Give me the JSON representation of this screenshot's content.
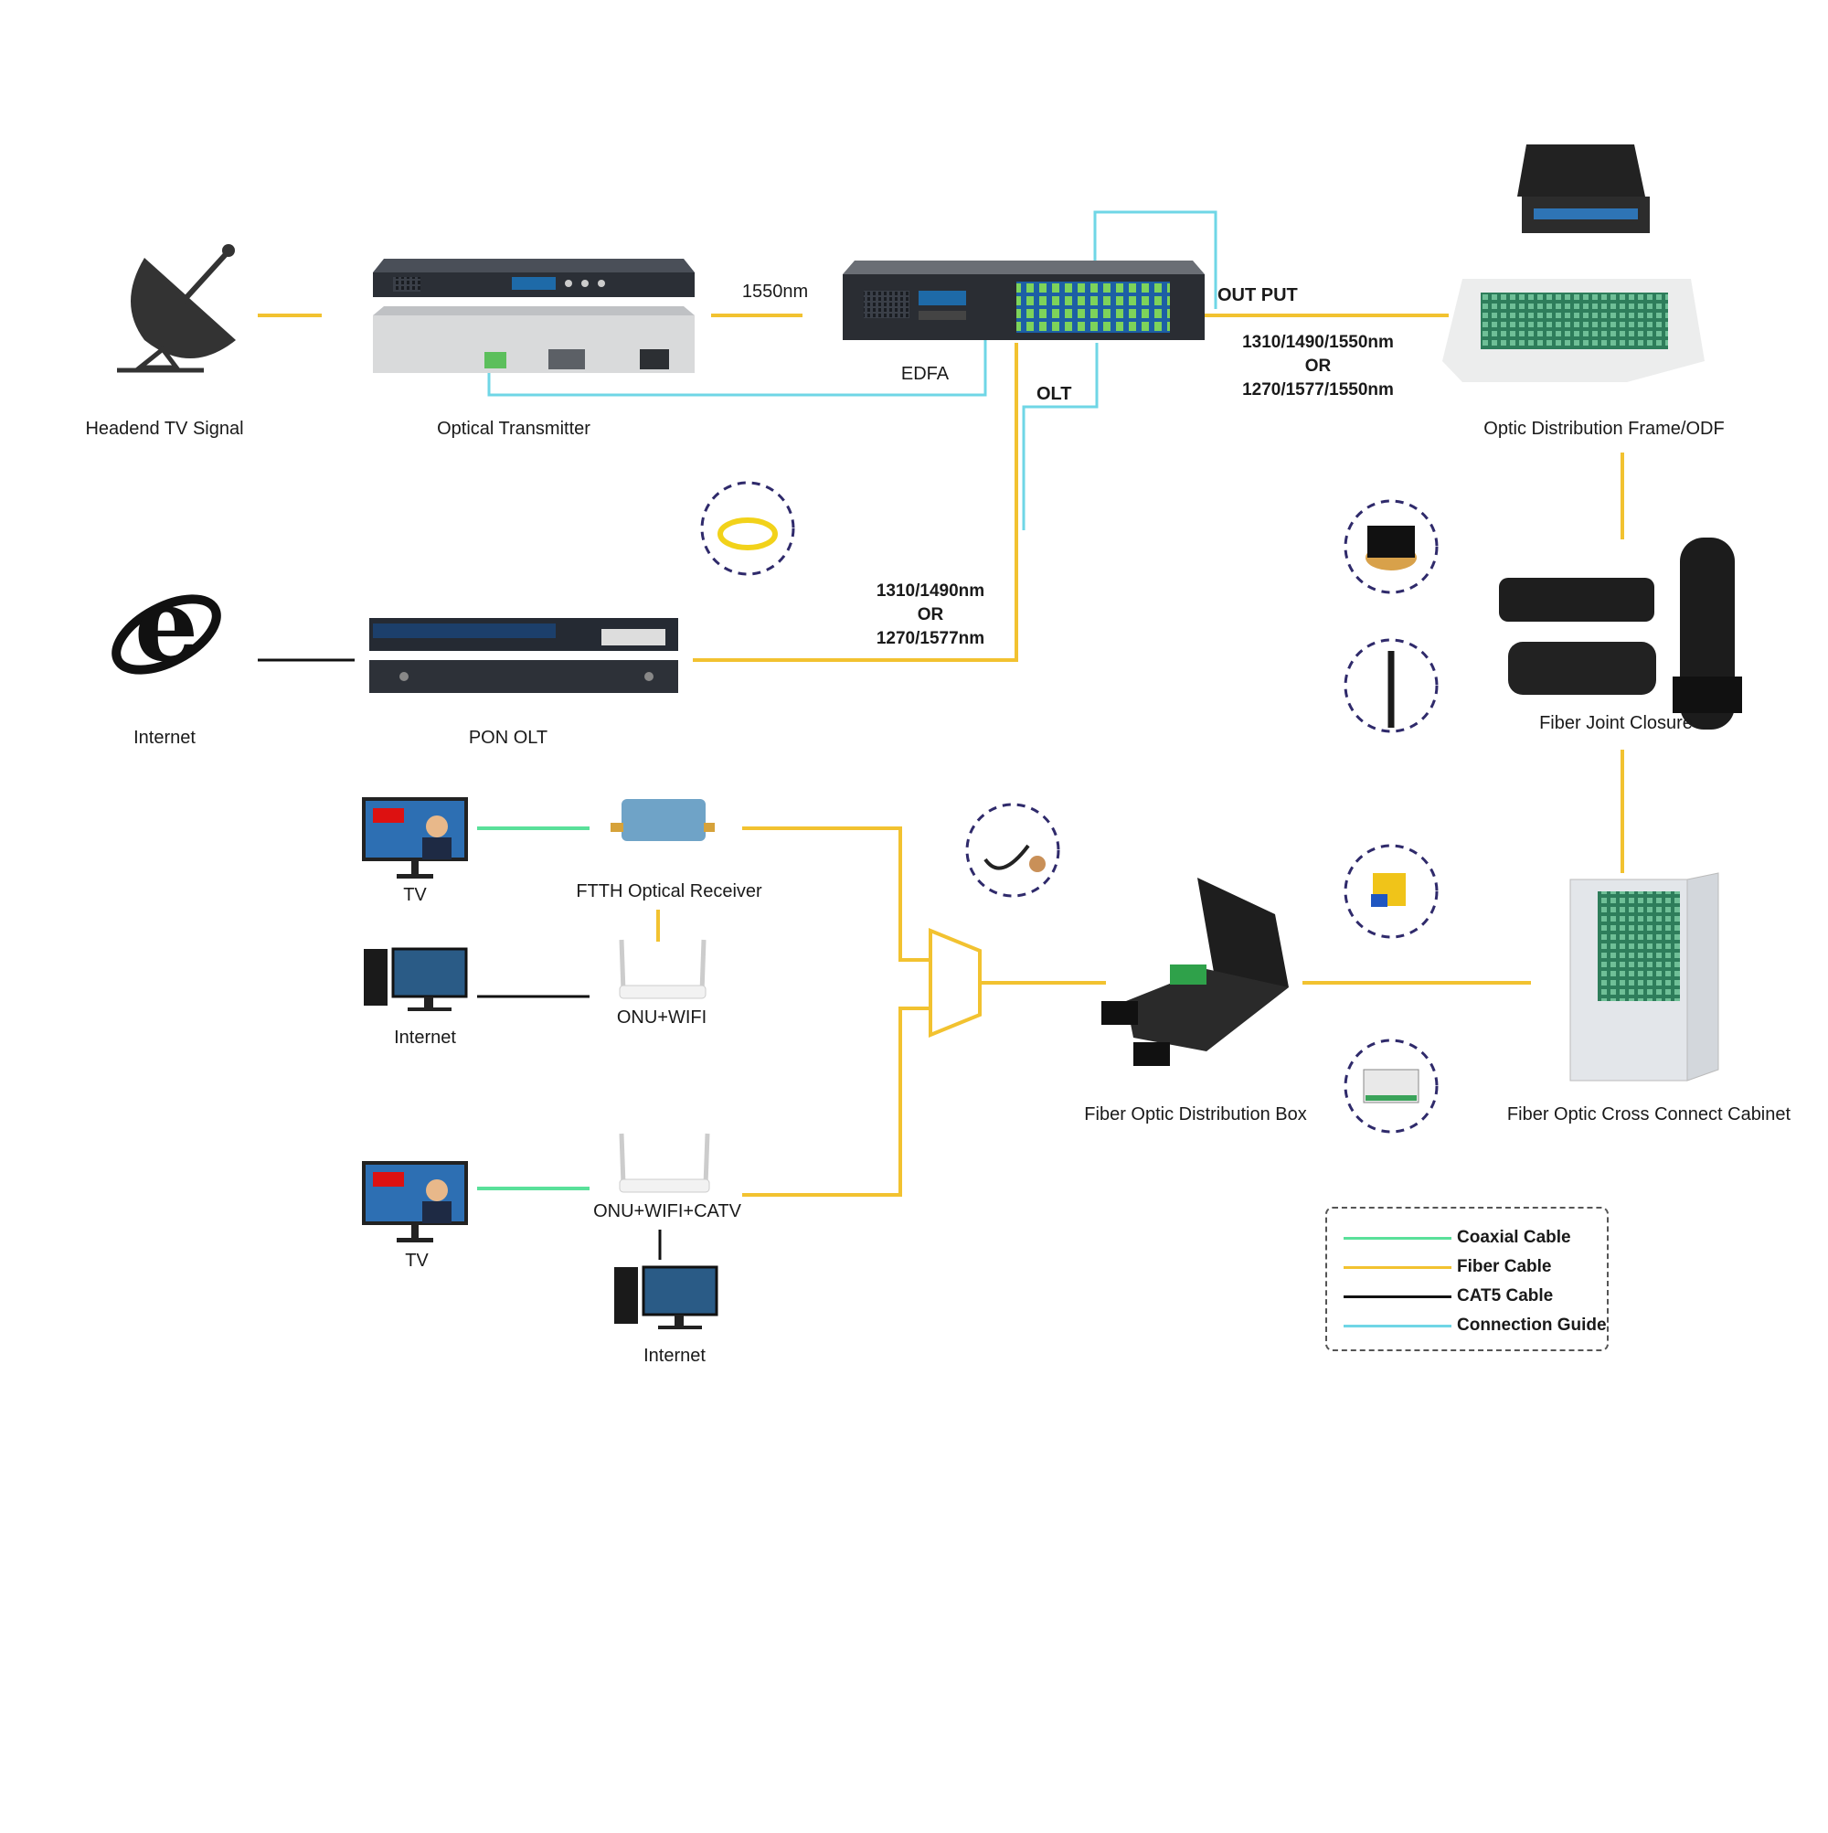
{
  "colors": {
    "fiber": "#f2c230",
    "coax": "#59e09a",
    "cat5": "#111111",
    "guide": "#6fd6e6"
  },
  "labels": {
    "headend": "Headend TV Signal",
    "optical_transmitter": "Optical Transmitter",
    "edfa": "EDFA",
    "odf": "Optic Distribution Frame/ODF",
    "internet_top": "Internet",
    "pon_olt": "PON OLT",
    "fiber_joint_closure": "Fiber Joint Closure",
    "tv1": "TV",
    "ftth_receiver": "FTTH Optical Receiver",
    "internet_mid": "Internet",
    "onu_wifi": "ONU+WIFI",
    "tv2": "TV",
    "onu_wifi_catv": "ONU+WIFI+CATV",
    "internet_bottom": "Internet",
    "distribution_box": "Fiber Optic Distribution Box",
    "cross_connect": "Fiber Optic Cross Connect Cabinet"
  },
  "wavelengths": {
    "tx_edfa": "1550nm",
    "output_label": "OUT PUT",
    "olt_label": "OLT",
    "edfa_odf": [
      "1310/1490/1550nm",
      "OR",
      "1270/1577/1550nm"
    ],
    "olt_edfa": [
      "1310/1490nm",
      "OR",
      "1270/1577nm"
    ]
  },
  "icons": {
    "headend": "satellite-dish-icon",
    "internet": "internet-explorer-icon",
    "transmitter": "rack-transmitter-icon",
    "edfa": "edfa-amplifier-icon",
    "olt": "pon-olt-icon",
    "odf": "odf-rack-icon",
    "closure": "fiber-joint-closure-icon",
    "receiver": "optical-receiver-icon",
    "router": "wifi-router-icon",
    "tv": "news-tv-icon",
    "pc": "desktop-computer-icon",
    "splitter": "splitter-icon",
    "box": "distribution-box-icon",
    "cabinet": "cross-connect-cabinet-icon"
  },
  "legend": [
    {
      "label": "Coaxial Cable",
      "color": "#59e09a"
    },
    {
      "label": "Fiber Cable",
      "color": "#f2c230"
    },
    {
      "label": "CAT5 Cable",
      "color": "#111111"
    },
    {
      "label": "Connection Guide",
      "color": "#6fd6e6"
    }
  ]
}
